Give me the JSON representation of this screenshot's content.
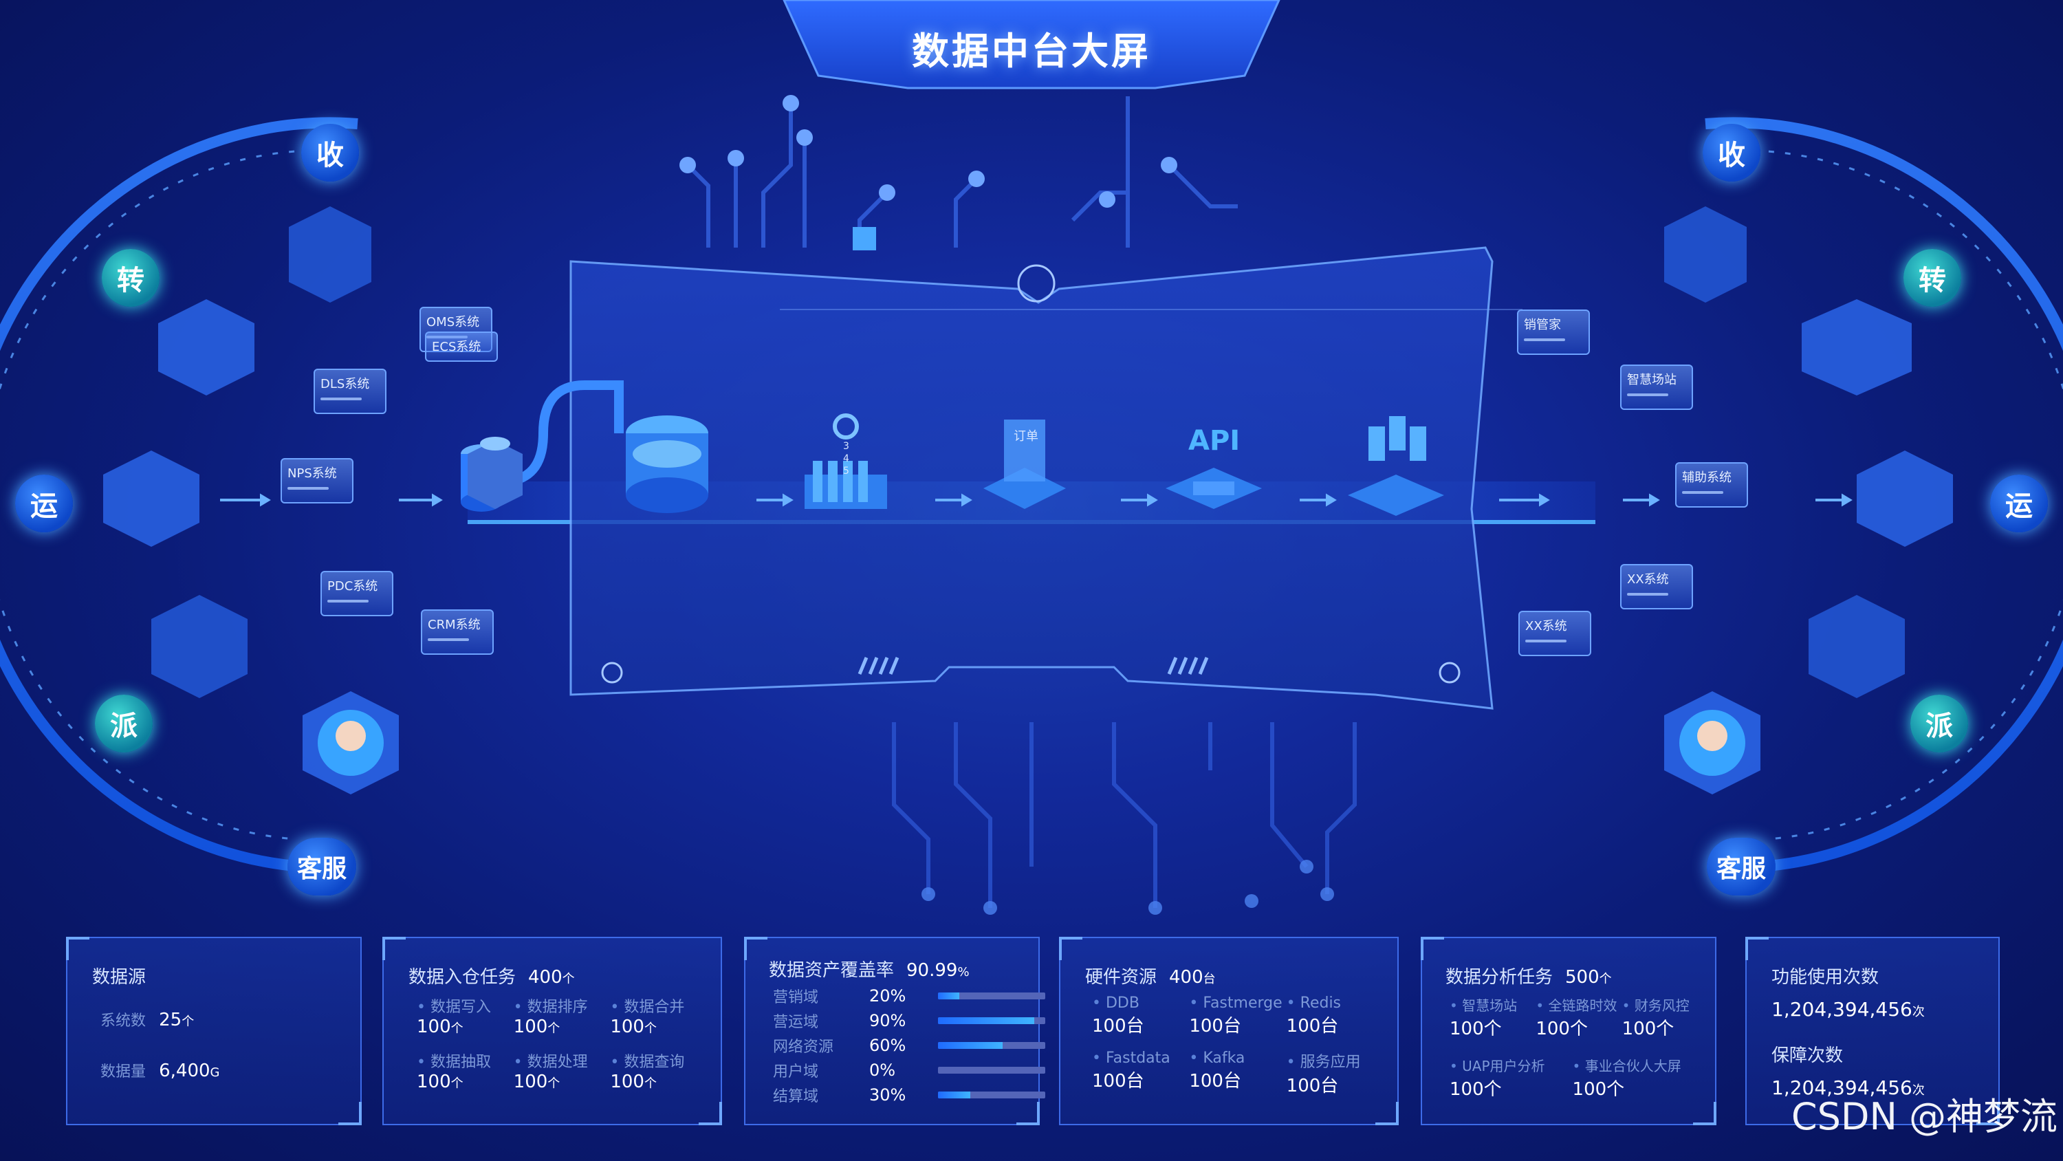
{
  "title": "数据中台大屏",
  "ring_labels": {
    "left": [
      "收",
      "转",
      "运",
      "派",
      "客服"
    ],
    "right": [
      "收",
      "转",
      "运",
      "派",
      "客服"
    ]
  },
  "left_systems": [
    "OMS系统",
    "ECS系统",
    "DLS系统",
    "NPS系统",
    "PDC系统",
    "CRM系统"
  ],
  "right_systems": [
    "销管家",
    "智慧场站",
    "辅助系统",
    "XX系统",
    "XX系统"
  ],
  "pipeline": {
    "order_label": "订单",
    "api_label": "API",
    "stack_digits": [
      "3",
      "4",
      "5"
    ]
  },
  "panels": {
    "datasource": {
      "title": "数据源",
      "rows": [
        {
          "label": "系统数",
          "value": "25",
          "unit": "个"
        },
        {
          "label": "数据量",
          "value": "6,400",
          "unit": "G"
        }
      ]
    },
    "ingest": {
      "title": "数据入仓任务",
      "total": "400",
      "total_unit": "个",
      "items": [
        {
          "label": "数据写入",
          "value": "100",
          "unit": "个"
        },
        {
          "label": "数据排序",
          "value": "100",
          "unit": "个"
        },
        {
          "label": "数据合并",
          "value": "100",
          "unit": "个"
        },
        {
          "label": "数据抽取",
          "value": "100",
          "unit": "个"
        },
        {
          "label": "数据处理",
          "value": "100",
          "unit": "个"
        },
        {
          "label": "数据查询",
          "value": "100",
          "unit": "个"
        }
      ]
    },
    "coverage": {
      "title": "数据资产覆盖率",
      "total": "90.99",
      "total_unit": "%",
      "bars": [
        {
          "label": "营销域",
          "value": "20%",
          "fraction": 0.2
        },
        {
          "label": "营运域",
          "value": "90%",
          "fraction": 0.9
        },
        {
          "label": "网络资源",
          "value": "60%",
          "fraction": 0.6
        },
        {
          "label": "用户域",
          "value": "0%",
          "fraction": 0.0
        },
        {
          "label": "结算域",
          "value": "30%",
          "fraction": 0.3
        }
      ]
    },
    "hardware": {
      "title": "硬件资源",
      "total": "400",
      "total_unit": "台",
      "items": [
        {
          "label": "DDB",
          "value": "100台"
        },
        {
          "label": "Fastmerge",
          "value": "100台"
        },
        {
          "label": "Redis",
          "value": "100台"
        },
        {
          "label": "Fastdata",
          "value": "100台"
        },
        {
          "label": "Kafka",
          "value": "100台"
        },
        {
          "label": "服务应用",
          "value": "100台"
        }
      ]
    },
    "analysis": {
      "title": "数据分析任务",
      "total": "500",
      "total_unit": "个",
      "items": [
        {
          "label": "智慧场站",
          "value": "100个"
        },
        {
          "label": "全链路时效",
          "value": "100个"
        },
        {
          "label": "财务风控",
          "value": "100个"
        },
        {
          "label": "UAP用户分析",
          "value": "100个"
        },
        {
          "label": "事业合伙人大屏",
          "value": "100个"
        }
      ]
    },
    "usage": {
      "rows": [
        {
          "label": "功能使用次数",
          "value": "1,204,394,456",
          "unit": "次"
        },
        {
          "label": "保障次数",
          "value": "1,204,394,456",
          "unit": "次"
        }
      ]
    }
  },
  "watermark": "CSDN @神梦流",
  "colors": {
    "accent": "#3d8bff",
    "teal": "#3fd7d2",
    "panel_border": "#3d6be8",
    "background": "#0b1c78"
  }
}
